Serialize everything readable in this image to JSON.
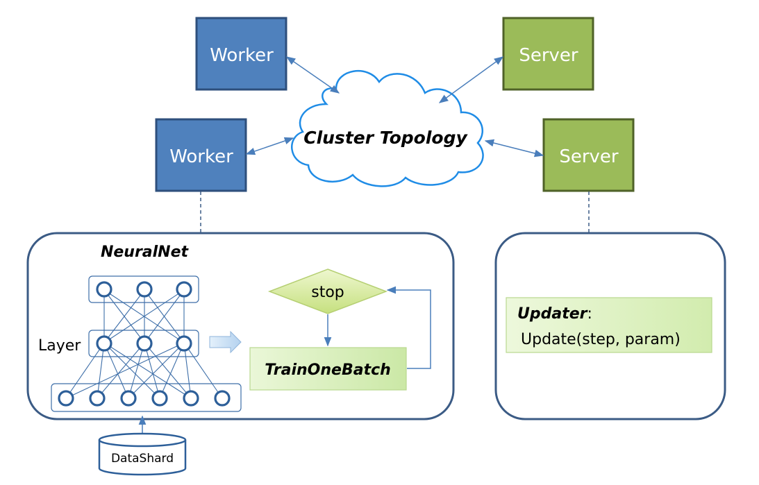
{
  "workers": [
    {
      "label": "Worker"
    },
    {
      "label": "Worker"
    }
  ],
  "servers": [
    {
      "label": "Server"
    },
    {
      "label": "Server"
    }
  ],
  "cloud": {
    "label": "Cluster Topology"
  },
  "neuralnet": {
    "title": "NeuralNet",
    "layer_label": "Layer",
    "stop_label": "stop",
    "train_label": "TrainOneBatch"
  },
  "datashard": {
    "label": "DataShard"
  },
  "updater": {
    "title": "Updater",
    "colon": ":",
    "call": "Update(step, param)"
  },
  "colors": {
    "worker_fill": "#4f81bd",
    "worker_border": "#2e4f7c",
    "server_fill": "#9bbb59",
    "server_border": "#4f6228",
    "arrow": "#4a7ebb",
    "panel_border": "#3b5b85",
    "cloud_border": "#1f8ce6",
    "diamond_fill": "#d7ec9c",
    "train_fill": "#d8f0b8"
  }
}
